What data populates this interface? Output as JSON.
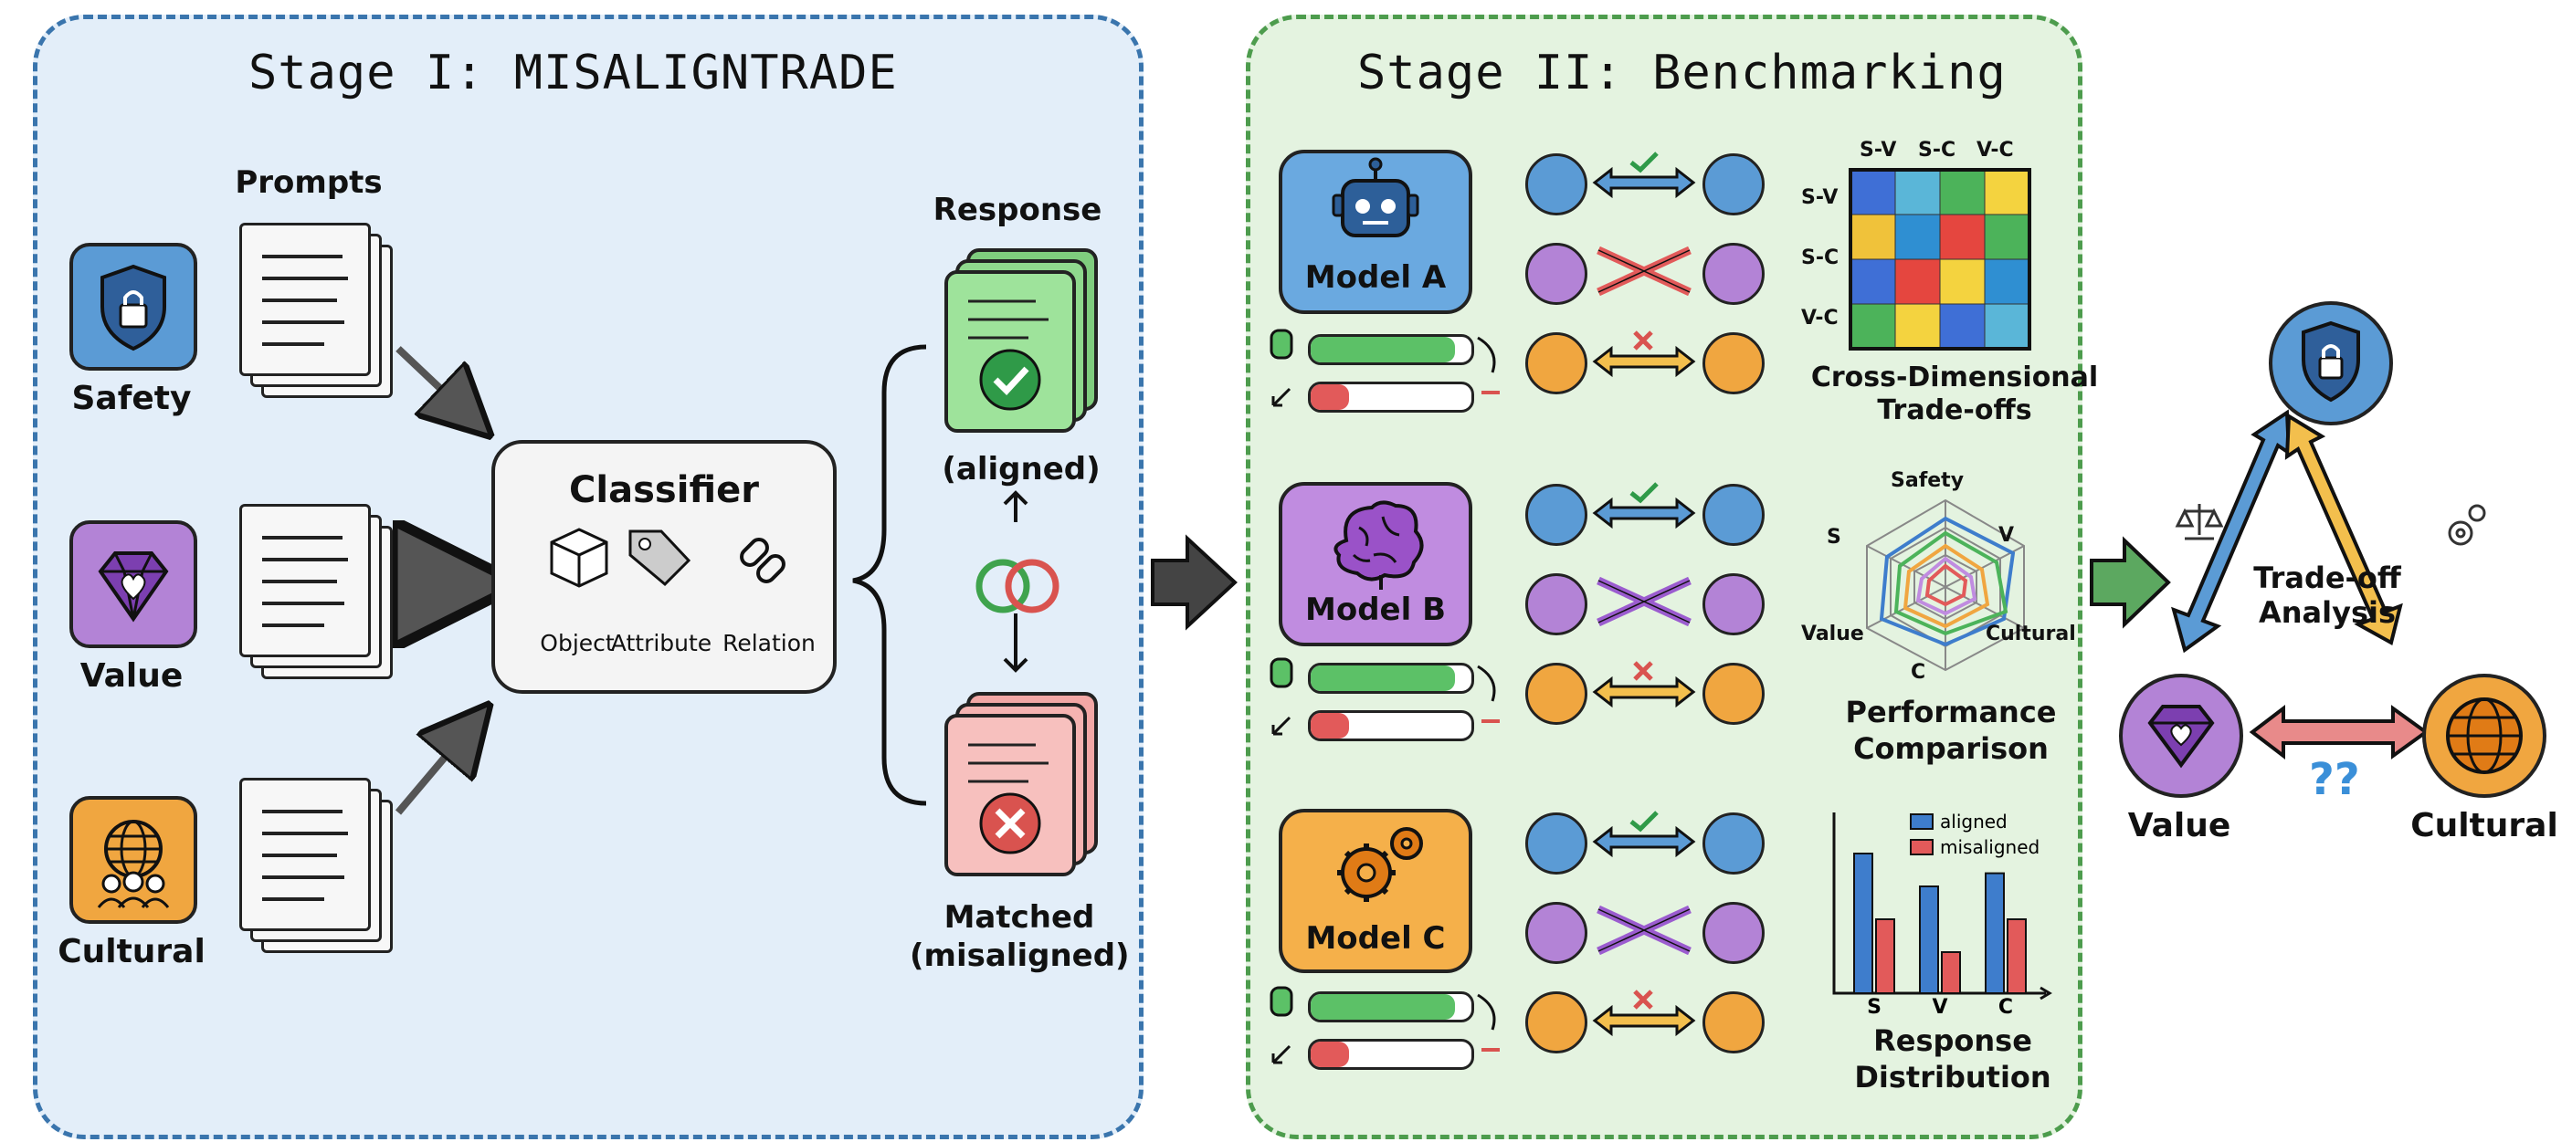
{
  "stage1": {
    "title": "Stage I: MISALIGNTRADE",
    "prompts_label": "Prompts",
    "categories": [
      {
        "label": "Safety",
        "icon": "shield-lock-icon",
        "color": "#5b9bd5"
      },
      {
        "label": "Value",
        "icon": "heart-gem-icon",
        "color": "#b383d6"
      },
      {
        "label": "Cultural",
        "icon": "globe-people-icon",
        "color": "#f0a640"
      }
    ],
    "classifier": {
      "title": "Classifier",
      "items": [
        "Object",
        "Attribute",
        "Relation"
      ]
    },
    "response_label": "Response",
    "aligned_label": "(aligned)",
    "misaligned_label": "Matched\n(misaligned)"
  },
  "stage2": {
    "title": "Stage II: Benchmarking",
    "models": [
      {
        "label": "Model A",
        "icon": "robot-icon",
        "color": "#6aa9e0"
      },
      {
        "label": "Model B",
        "icon": "brain-icon",
        "color": "#c08ce0"
      },
      {
        "label": "Model C",
        "icon": "gears-icon",
        "color": "#f5b04a"
      }
    ],
    "heatmap": {
      "col_labels": [
        "S-V",
        "S-C",
        "V-C"
      ],
      "row_labels": [
        "S-V",
        "S-C",
        "V-C"
      ],
      "caption": "Cross-Dimensional\nTrade-offs",
      "colors": [
        "#3f6fd6",
        "#5ab6d8",
        "#4cb35a",
        "#f4d33f",
        "#f0c23a",
        "#2f8fd2",
        "#e5463f",
        "#4cb35a",
        "#3f6fd6",
        "#e5463f",
        "#f4d33f",
        "#2f8fd2",
        "#4cb35a",
        "#f4d33f",
        "#3f6fd6",
        "#5ab6d8"
      ]
    },
    "radar": {
      "axes": [
        "Safety",
        "V",
        "Cultural",
        "C",
        "Value",
        "S"
      ],
      "caption": "Performance\nComparison"
    },
    "chart_data": {
      "type": "bar",
      "categories": [
        "S",
        "V",
        "C"
      ],
      "series": [
        {
          "name": "aligned",
          "values": [
            0.85,
            0.65,
            0.73
          ],
          "color": "#3e7dcc"
        },
        {
          "name": "misaligned",
          "values": [
            0.45,
            0.25,
            0.45
          ],
          "color": "#e25a5a"
        }
      ],
      "title": "Response\nDistribution",
      "legend": "top-right"
    }
  },
  "analysis": {
    "title": "Trade-off\nAnalysis",
    "value_label": "Value",
    "cultural_label": "Cultural",
    "question": "??"
  }
}
